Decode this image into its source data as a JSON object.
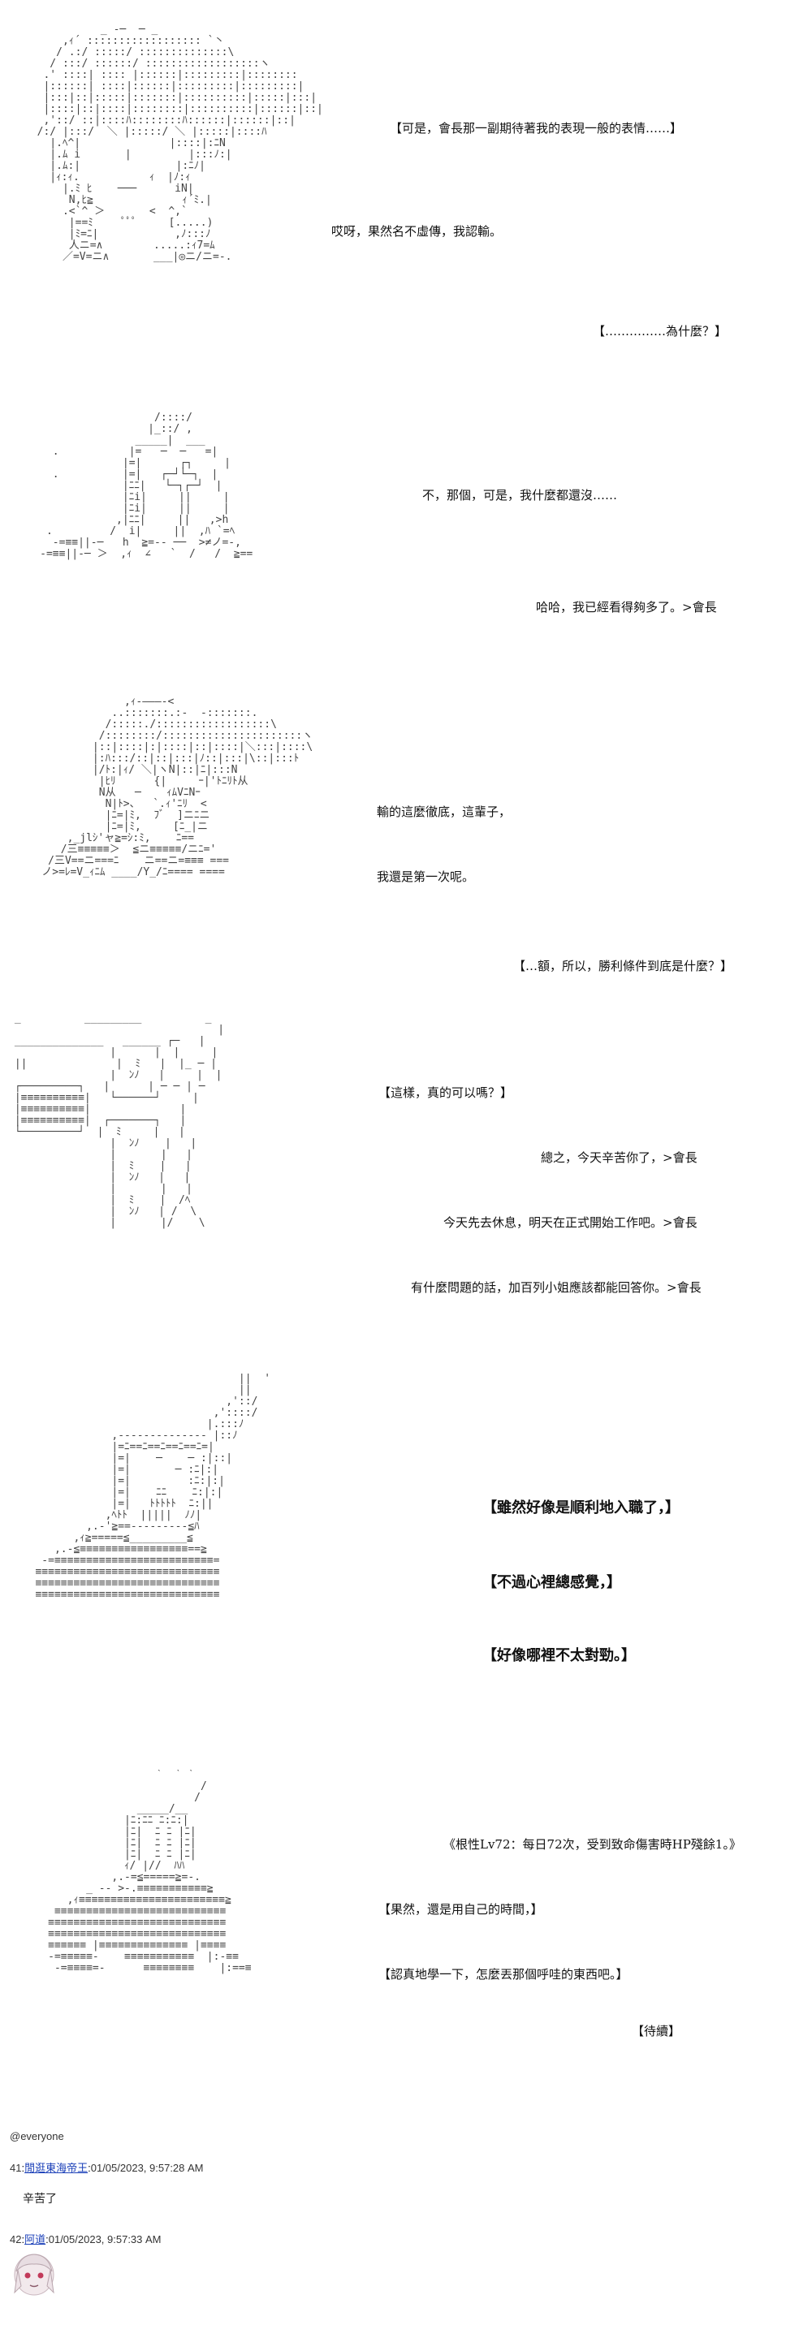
{
  "panels": [
    {
      "art": "            _ ‐─  ─ _\n      ,ｨ´ :::::::::::::::::: `丶\n     / .:/ :::::/ ::::::::::::::\\\n    / :::/ ::::::/ ::::::::::::::::::ヽ\n   .' ::::| :::: |::::::|:::::::::|::::::::\n   |::::::| ::::|::::::|:::::::::|:::::::::|\n   |:::|::|:::::|:::::::|::::::::::|:::::|:::|\n   |::::|::|::::|::::::::|::::::::::|::::::|::|\n   ,'::/ ::|::::ﾊ::::::::ﾊ::::::|::::::|::|\n  /:/ |:::/  ＼ |:::::/ ＼ |:::::|::::ﾊ\n    |.ﾍ^|              |::::|:ﾆN\n    |.ﾑ i       |         |:::ﾉ:|\n    |.ﾑ:|               |:ﾆﾉ|\n    |ｨ:ｨ.           ｨ  |ﾉ:ｨ\n      |.ﾐ ﾋ    ───      iN|\n       N,ﾋ≧              ｨ´ﾐ.|\n      .<`^ ＞       <  ^,`\n       |==ﾐ     ﾟﾟﾟ     [.....)\n       |ﾐ=ﾆ|            ,ﾉ:::ﾉ\n       人ニ=∧        .....:ｨ7=ﾑ\n      ／=V=ニ∧       ___|◎ニ/ニ=-.",
      "lines": [
        {
          "text": "【可是，會長那一副期待著我的表現一般的表情……】",
          "big": false
        },
        {
          "text": "哎呀，果然名不虛傳，我認輸。",
          "big": false
        },
        {
          "text": "【……………為什麼？】",
          "big": false
        }
      ]
    },
    {
      "art": "                       /::::/\n                      |_::/ ,\n                    _____|  ___\n       .           |=   ─  ─   =|\n                  |=|      ┌┐     |\n       .          |=|   ┌─┘└─┐  |\n                  |ﾆﾆ|   └─┐┌─┘  |\n                  |ﾆi|     ||     |\n                  |ﾆi|     ||     |\n                 ,|ﾆﾆ|     ||   ,>h\n      .         /  i|     ||  ,ﾊ `=ﾍ\n       -=≡≡||-─   h  ≧=-- ──  >≠ノ=‐,\n     -=≡≡||-─ ＞  ,ｨ  ∠   `  /   /  ≧==",
      "lines": [
        {
          "text": "不，那個，可是，我什麼都還沒……",
          "big": false
        },
        {
          "text": "哈哈，我已經看得夠多了。>會長",
          "big": false
        }
      ]
    },
    {
      "art": "                 ,ｨ‐―――-<\n               ..:::::::.:‐  ‐:::::::.\n              /:::::./::::::::::::::::::\\\n             /::::::::/::::::::::::::::::::::ヽ\n            |::|::::|:|::::|::|::::|＼:::|::::\\\n            |:ﾊ:::/::|::|:::|ﾉ::|:::|\\::|:::ﾄ\n            |/ﾄ:|ｨ/ ＼|ヽN|::|ﾆ|:::N\n             |ﾋﾘ      {|     ｰ|'ﾄﾆﾘﾄ从\n             N从   ─    ｨﾑVﾆNｰ\n              N|ﾄ>、  `.ｨ'ﾆﾘ  <\n              |ﾆ=|ﾐ,  ﾌﾞ  ]ニﾆニ\n              |ﾆ=|ﾐ,     [ﾆ_|ニ\n        ,_jlｼ'ャ≧=ｼ:ﾐ,    ﾆ==\n       /三≡≡≡≡≡＞  ≦ニ≡≡≡≡≡/ニﾆ='\n     /三V==ニ===ﾆ    ニ==ニ=≡≡≡ ===\n    ノ>=ﾚ=V_ｨﾆﾑ ____/Y_/ﾆ==== ====",
      "lines": [
        {
          "text": "輸的這麼徹底，這輩子，",
          "big": false
        },
        {
          "text": "我還是第一次呢。",
          "big": false
        },
        {
          "text": "【…額，所以，勝利條件到底是什麼？】",
          "big": false
        }
      ]
    },
    {
      "art": " _          _________          _\n                                 |\n ______________   ______ ┌─   |\n                |      |  |     |\n ||              |  ﾐ   |  |_ ─ |\n                |  ﾝﾉ   |     |  |\n ┌─────────┐   |      | ─ ─ | ─\n |≡≡≡≡≡≡≡≡≡≡|   └──────┘     |\n |≡≡≡≡≡≡≡≡≡≡|              |\n |≡≡≡≡≡≡≡≡≡≡|  ┌───────┐   |\n └─────────┘  |  ﾐ     |   |\n                |  ﾝﾉ    |   |\n                |       |   |\n                |  ﾐ    |   |\n                |  ﾝﾉ   |   |\n                |       |   |\n                |  ﾐ    |  /ﾍ\n                |  ﾝﾉ   | /  \\\n                |       |/    \\",
      "lines": [
        {
          "text": "【這樣，真的可以嗎？】",
          "big": false
        },
        {
          "text": "總之，今天辛苦你了，>會長",
          "big": false
        },
        {
          "text": "今天先去休息，明天在正式開始工作吧。>會長",
          "big": false
        },
        {
          "text": "有什麼問題的話，加百列小姐應該都能回答你。>會長",
          "big": false
        }
      ]
    },
    {
      "art": "                                   ||  '\n                                   ||\n                                 ,'::/\n                               ,'::::/\n                              |.:::ﾉ\n               ,-‐‐‐‐‐‐‐‐‐‐‐‐‐ |::ﾉ\n               |=ﾆ==ﾆ==ﾆ==ﾆ==ﾆ=|\n               |=|    ─    ─ :|::|\n               |=|       ─ :ﾆ|:|\n               |=|         :ﾆ:|:|\n               |=|    ﾆﾆ    ﾆ:|:|\n               |=|   ﾄﾄﾄﾄﾄ  ﾆ:||\n              ,ﾍﾄﾄ  |||||  ﾉﾉ|\n           ,.-'≧==‐‐‐‐‐‐‐‐‐≦ﾊ\n         ,ｨ≧=====≦_________≦\n      ,.-≦≡≡≡≡≡≡≡≡≡≡≡≡≡≡≡≡≡==≧\n    ‐=≡≡≡≡≡≡≡≡≡≡≡≡≡≡≡≡≡≡≡≡≡≡≡≡≡=\n   ≡≡≡≡≡≡≡≡≡≡≡≡≡≡≡≡≡≡≡≡≡≡≡≡≡≡≡≡≡\n   ≡≡≡≡≡≡≡≡≡≡≡≡≡≡≡≡≡≡≡≡≡≡≡≡≡≡≡≡≡\n   ≡≡≡≡≡≡≡≡≡≡≡≡≡≡≡≡≡≡≡≡≡≡≡≡≡≡≡≡≡",
      "lines": [
        {
          "text": "【雖然好像是順利地入職了，】",
          "big": true
        },
        {
          "text": "【不過心裡總感覺，】",
          "big": true
        },
        {
          "text": "【好像哪裡不太對勁。】",
          "big": true
        }
      ]
    },
    {
      "art": "                      `  ` `\n                             /\n                            /\n                   _____/__\n                 |ﾆ:ﾆﾆ ﾆ:ﾆ:|\n                 |ﾆ|  ﾆ ﾆ |ﾆ|\n                 |ﾆ|  ﾆ ﾆ |ﾆ|\n                 |ﾆ|  ﾆ ﾆ |ﾆ|\n                 ｨ/ |//  ﾊﾊ\n               ,.-=≦=====≧=-.\n           _ ‐‐ >‐.≡≡≡≡≡≡≡≡≡≡≡≧\n        ,ｨ≡≡≡≡≡≡≡≡≡≡≡≡≡≡≡≡≡≡≡≡≡≡≡≧\n      ≡≡≡≡≡≡≡≡≡≡≡≡≡≡≡≡≡≡≡≡≡≡≡≡≡≡≡\n     ≡≡≡≡≡≡≡≡≡≡≡≡≡≡≡≡≡≡≡≡≡≡≡≡≡≡≡≡\n     ≡≡≡≡≡≡≡≡≡≡≡≡≡≡≡≡≡≡≡≡≡≡≡≡≡≡≡≡\n     ≡≡≡≡≡≡ |≡≡≡≡≡≡≡≡≡≡≡≡≡≡ |≡≡≡≡\n     -=≡≡≡≡≡-    ≡≡≡≡≡≡≡≡≡≡≡  |:-≡≡\n      ‐=≡≡≡≡=-      ≡≡≡≡≡≡≡≡    |:==≡",
      "lines": [
        {
          "text": "《根性Lv72：每日72次，受到致命傷害時HP殘餘1。》",
          "big": false
        },
        {
          "text": "【果然，還是用自己的時間，】",
          "big": false
        },
        {
          "text": "【認真地學一下，怎麼丟那個呼哇的東西吧。】",
          "big": false
        },
        {
          "text": "【待續】",
          "big": false
        }
      ]
    }
  ],
  "footer": {
    "mention": "@everyone",
    "posts": [
      {
        "num": "41",
        "name": "閒逛東海帝王",
        "date": "01/05/2023, 9:57:28 AM",
        "body": "辛苦了"
      },
      {
        "num": "42",
        "name": "阿道",
        "date": "01/05/2023, 9:57:33 AM",
        "body": ""
      }
    ]
  }
}
